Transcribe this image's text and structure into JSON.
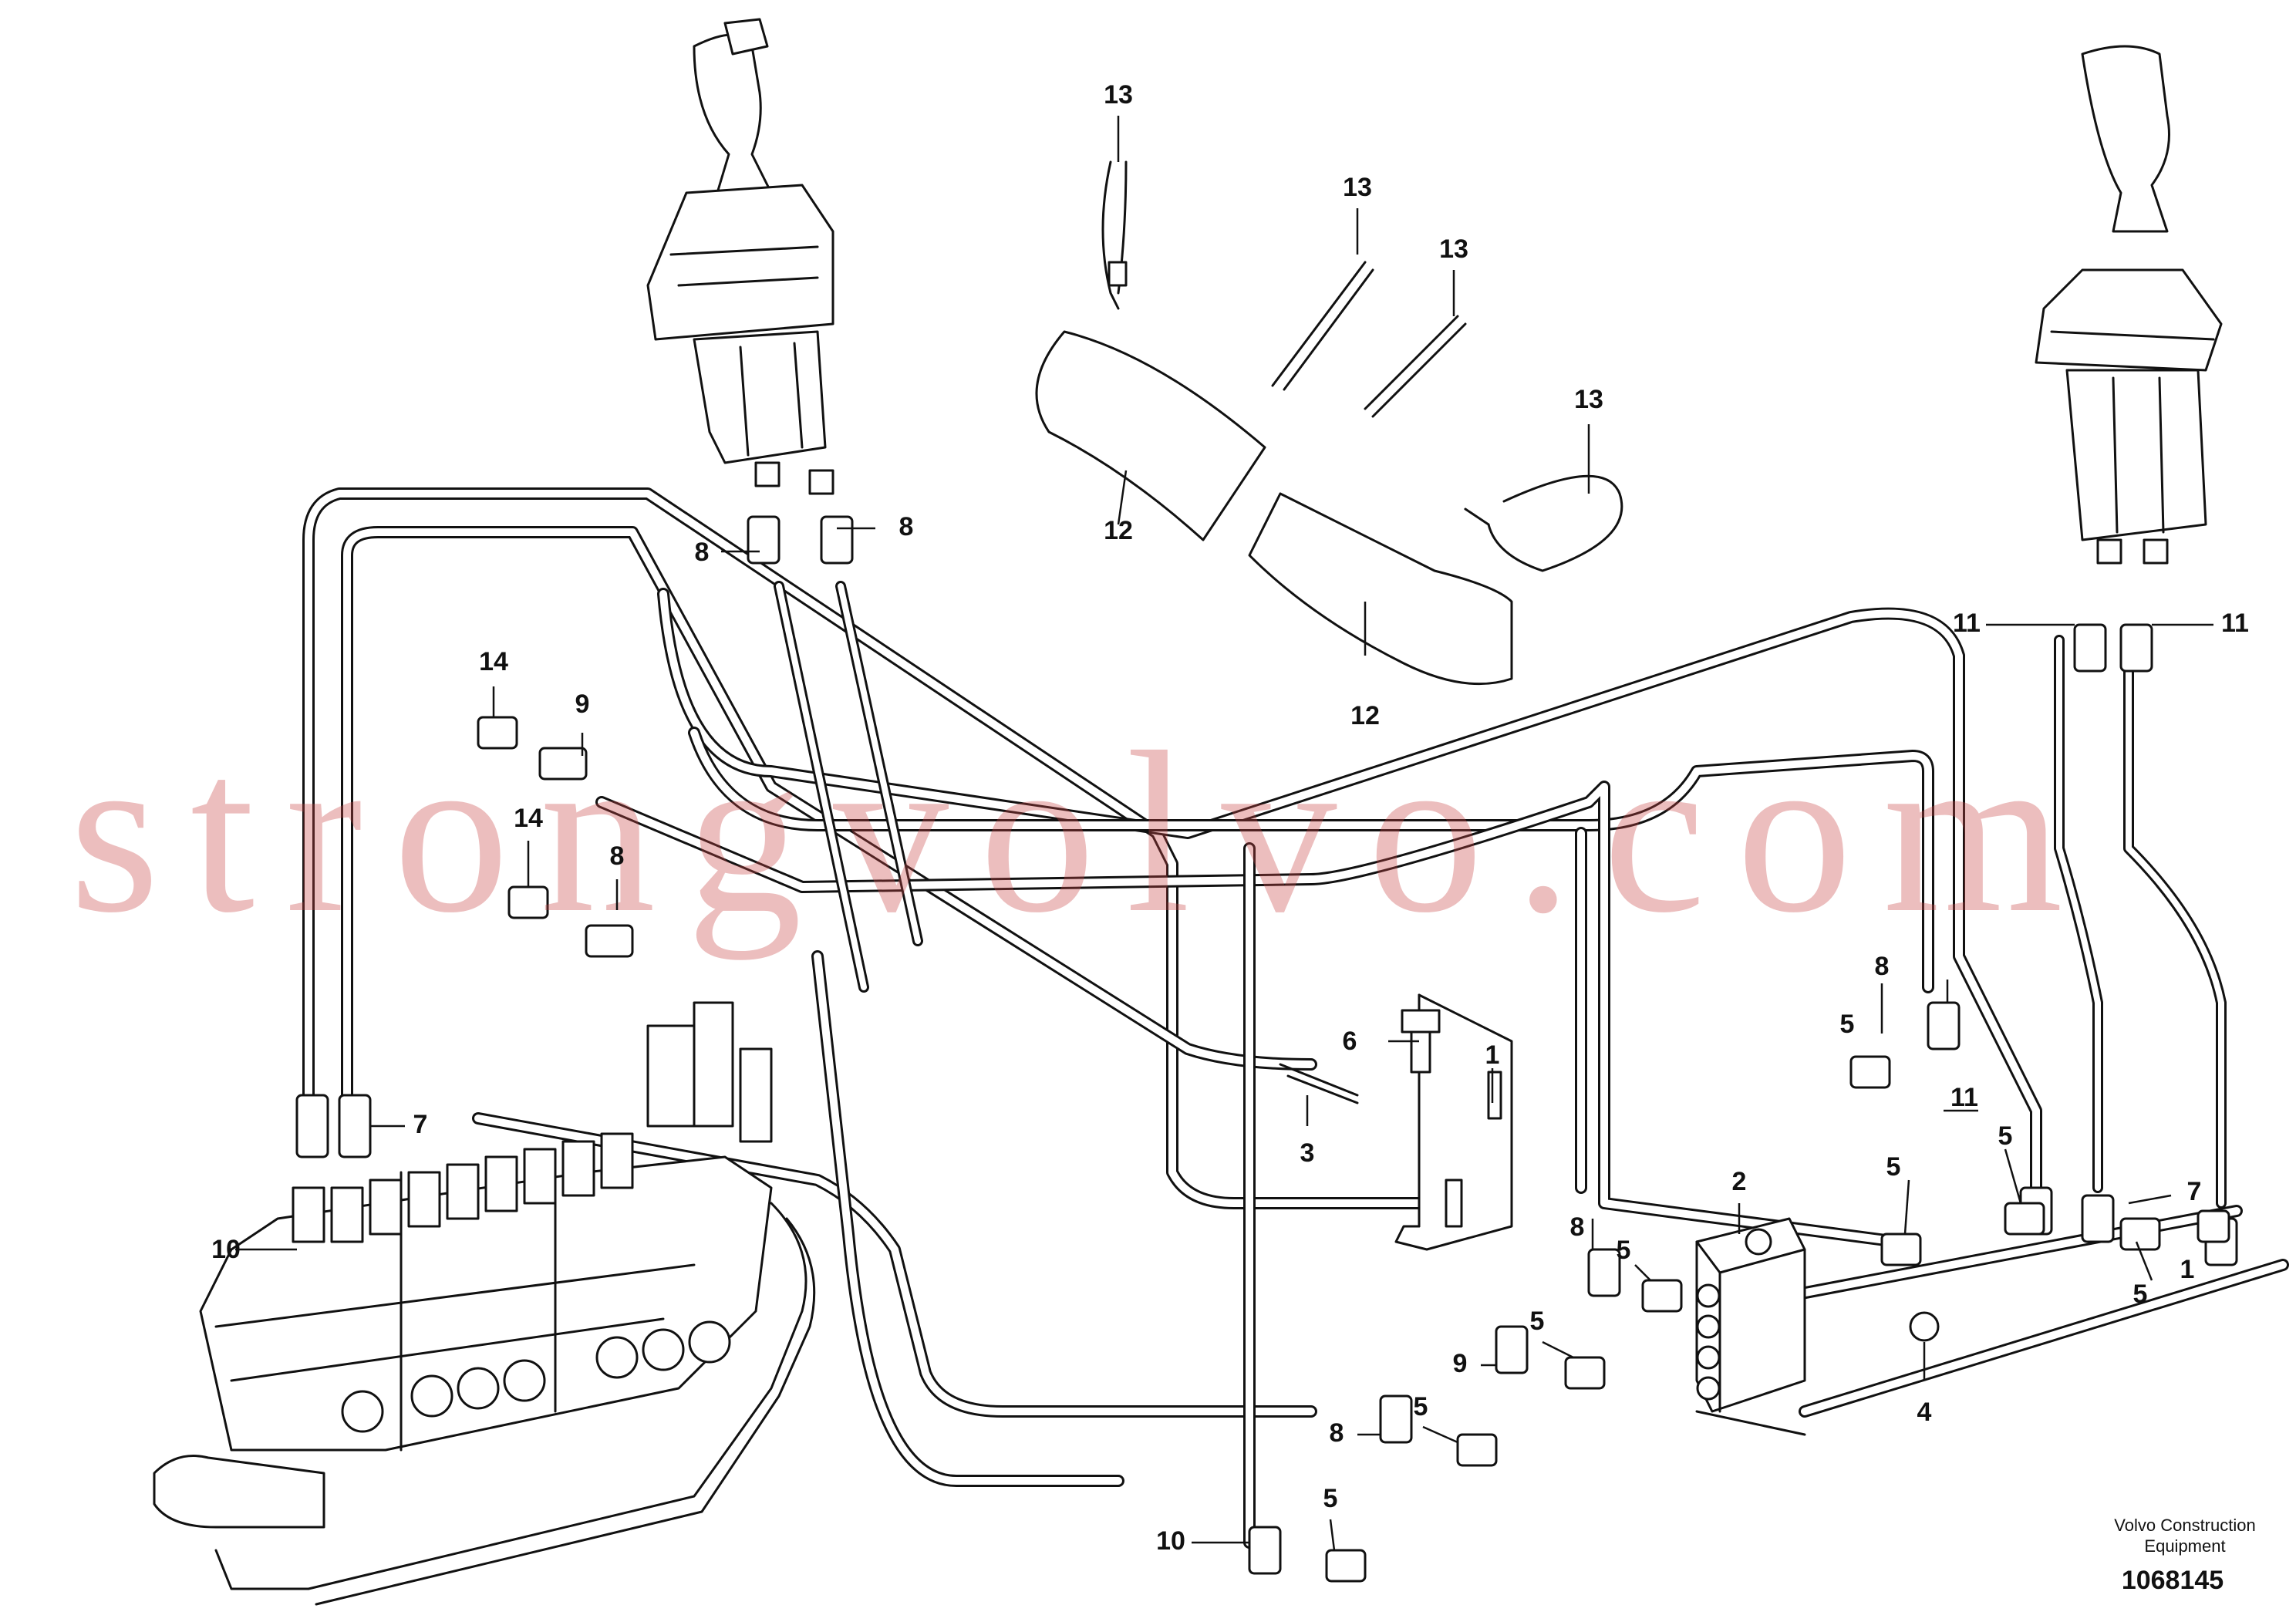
{
  "watermark": "strongvolvo.com",
  "brand_line1": "Volvo Construction",
  "brand_line2": "Equipment",
  "doc_number": "1068145",
  "callouts": [
    "1",
    "2",
    "3",
    "4",
    "5",
    "6",
    "7",
    "8",
    "9",
    "10",
    "11",
    "12",
    "13",
    "14"
  ]
}
